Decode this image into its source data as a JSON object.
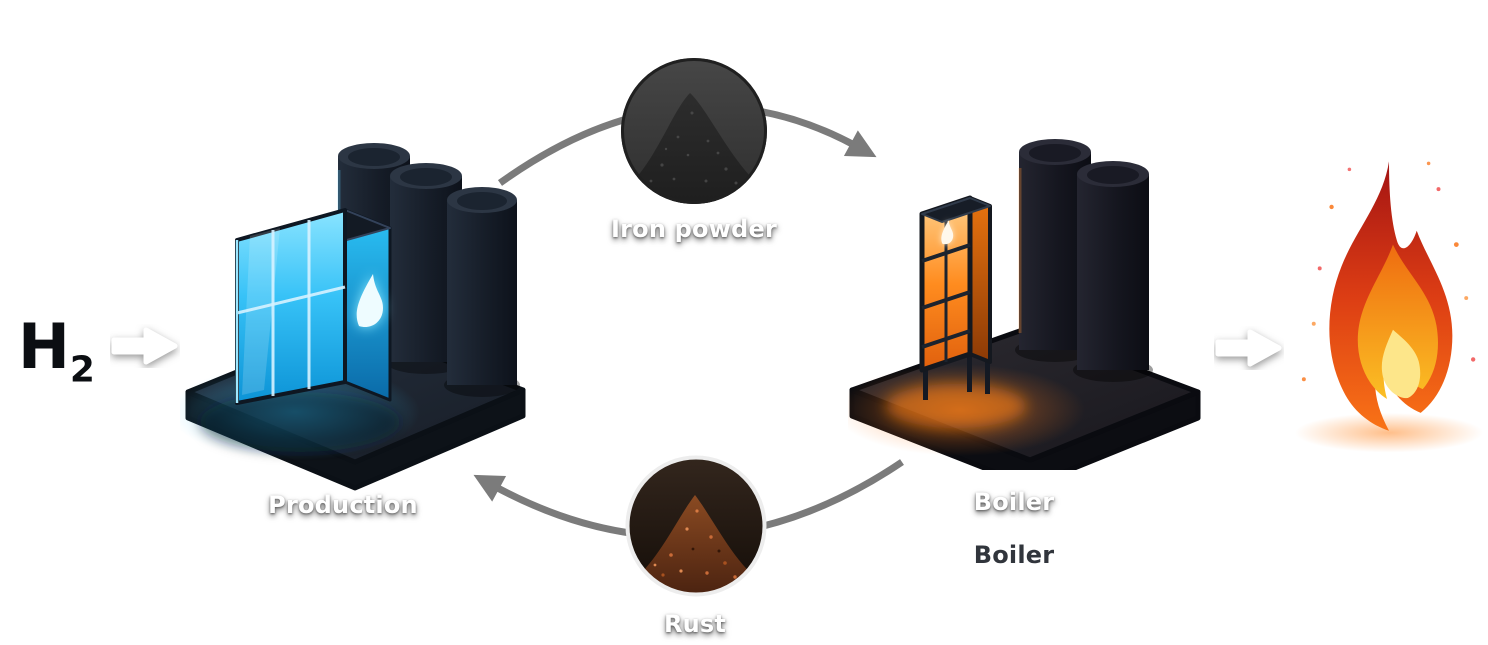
{
  "diagram": {
    "hydrogen": {
      "symbol": "H",
      "subscript": "2"
    },
    "production": {
      "label": "Production"
    },
    "iron_powder": {
      "label": "Iron powder"
    },
    "boiler": {
      "label": "Boiler",
      "secondary_label": "Boiler"
    },
    "rust": {
      "label": "Rust"
    },
    "colors": {
      "background": "#ffffff",
      "arrow_gray": "#7b7b7b",
      "glow_blue": "#38c6ff",
      "glow_orange": "#ff7a1a",
      "building_dark": "#1b2330",
      "iron_powder_dark": "#2c2c2c",
      "rust_brown": "#7c3c1c",
      "fire_orange": "#f97316",
      "label_white": "#ffffff",
      "label_dark": "#31353c"
    }
  }
}
